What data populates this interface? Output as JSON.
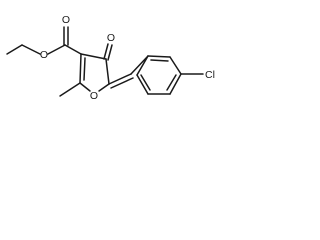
{
  "structure": {
    "atoms": {
      "ester_carbonyl_oxygen": "O",
      "ester_oxygen": "O",
      "ketone_oxygen": "O",
      "ring_oxygen": "O",
      "chlorine": "Cl"
    }
  }
}
